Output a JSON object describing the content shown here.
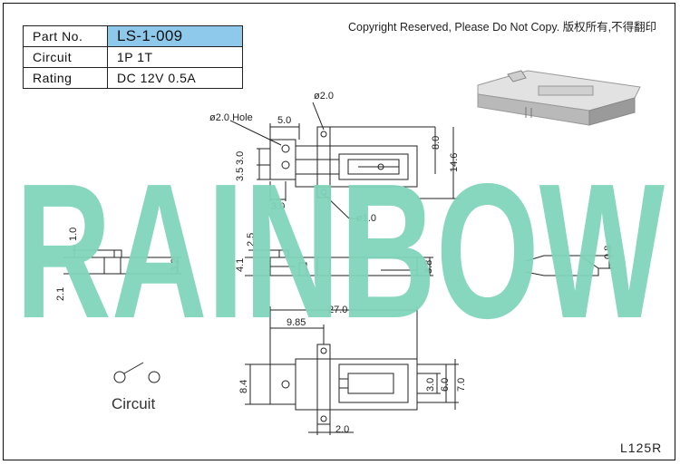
{
  "spec_table": {
    "part_no_label": "Part No.",
    "part_no_value": "LS-1-009",
    "circuit_label": "Circuit",
    "circuit_value": "1P 1T",
    "rating_label": "Rating",
    "rating_value": "DC 12V 0.5A"
  },
  "copyright": "Copyright Reserved, Please Do Not Copy. 版权所有,不得翻印",
  "watermark": "RAINBOW",
  "model_code": "L125R",
  "circuit_symbol_label": "Circuit",
  "dimensions": {
    "hole_dia": "ø2.0",
    "hole_label": "ø2.0 Hole",
    "w_5": "5.0",
    "h_8": "8.0",
    "h_14_6": "14.6",
    "h_3_5": "3.5",
    "h_3_0_left": "3.0",
    "w_3_0": "3.0",
    "pin_dia": "ø1.0",
    "side_1_0": "1.0",
    "side_3_2": "3.2",
    "side_2_1": "2.1",
    "side_2_5": "2.5",
    "side_4_1": "4.1",
    "side_3_8": "3.8",
    "side_0_8": "0.8",
    "len_27": "27.0",
    "len_9_85": "9.85",
    "bot_8_4": "8.4",
    "bot_3_0": "3.0",
    "bot_6_0": "6.0",
    "bot_7_0": "7.0",
    "bot_2_0": "2.0"
  },
  "colors": {
    "watermark": "#80d5b9",
    "highlight": "#8ec9ec",
    "line": "#222222"
  }
}
